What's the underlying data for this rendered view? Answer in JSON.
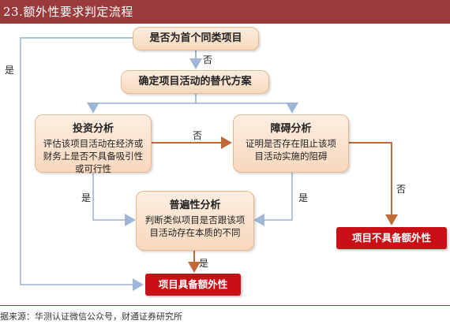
{
  "title": "23.额外性要求判定流程",
  "nodes": {
    "first": {
      "head": "是否为首个同类项目"
    },
    "alternative": {
      "head": "确定项目活动的替代方案"
    },
    "investment": {
      "head": "投资分析",
      "body": "评估该项目活动在经济或财务上是否不具备吸引性或可行性"
    },
    "barrier": {
      "head": "障碍分析",
      "body": "证明是否存在阻止该项目活动实施的阻碍"
    },
    "common": {
      "head": "普遍性分析",
      "body": "判断类似项目是否跟该项目活动存在本质的不同"
    }
  },
  "results": {
    "not_additional": "项目不具备额外性",
    "additional": "项目具备额外性"
  },
  "edge_labels": {
    "first_no": "否",
    "first_yes": "是",
    "investment_no": "否",
    "investment_yes": "是",
    "barrier_yes": "是",
    "barrier_no": "否",
    "common_yes": "是"
  },
  "source": "据来源：华测认证微信公众号，财通证券研究所",
  "colors": {
    "title_bg": "#9b3a3a",
    "line": "#b0c4de",
    "arrow_main": "#c06a3a",
    "result_bg": "#c81016"
  }
}
